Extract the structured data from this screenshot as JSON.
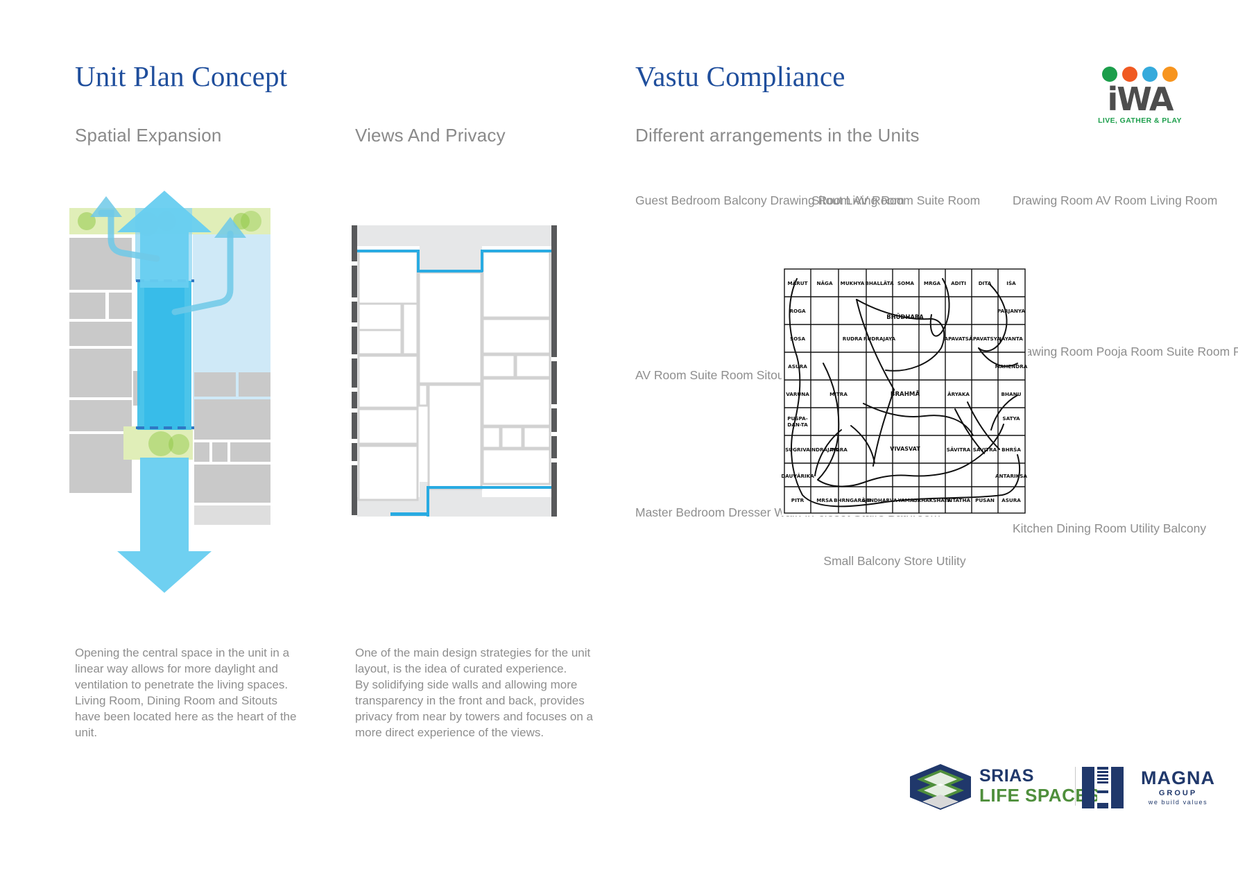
{
  "titles": {
    "left": "Unit Plan Concept",
    "right": "Vastu Compliance"
  },
  "subtitles": {
    "spatial": "Spatial Expansion",
    "views": "Views And Privacy",
    "arrangements": "Different arrangements in the Units"
  },
  "iwa_logo": {
    "wordmark": "iWA",
    "tagline": "LIVE, GATHER & PLAY",
    "dot_colors": [
      "#1c9e4b",
      "#f05a22",
      "#35aadc",
      "#f7941e"
    ],
    "wordmark_color": "#4d4d4d",
    "tagline_color": "#1c9e4b"
  },
  "arrangements": {
    "left_top": "Guest Bedroom\nBalcony\nDrawing Room\nAV Room",
    "center_top": "Sitout\nLiving Room\nSuite Room",
    "right_top": "Drawing Room\nAV Room\nLiving Room",
    "left_middle": "AV Room\nSuite Room\nSitout",
    "right_middle": "Drawing Room\nPooja Room\nSuite Room\nPowder Room\nSitout",
    "left_bottom": "Master Bedroom\nDresser\nWalk-in-closet\nStairs\nBathroom",
    "center_bottom": "Small Balcony\nStore Utility",
    "right_bottom": "Kitchen\nDining Room\nUtility\nBalcony"
  },
  "captions": {
    "spatial": "Opening the central space in the unit in a linear way allows for more daylight and ventilation to penetrate the living spaces. Living Room, Dining Room and Sitouts have been located here as the heart of the unit.",
    "views": "One of the main design strategies for the unit layout, is the idea of curated experience.\nBy solidifying side walls and allowing more transparency in the front and back, provides privacy from near by towers and focuses on a more direct experience of the views."
  },
  "vastu_mandala": {
    "center_deity": "BRAHMA",
    "labels_top": [
      "MARUT",
      "NAGA",
      "MUKHYA",
      "BHALLATA",
      "SOMA",
      "MRGA",
      "ADITI",
      "DITA",
      "ISA"
    ],
    "labels_left": [
      "ROGA",
      "SOSA",
      "ASURA",
      "VARUNA",
      "PUSPA-DAN-TA",
      "SUGRIVA",
      "DAUVARIKA",
      "PITR"
    ],
    "labels_right": [
      "PARJANYA",
      "JAYANTA",
      "MAHENDRA",
      "BHANU",
      "SATYA",
      "BHRSA",
      "ANTARIKSA",
      "ASURA"
    ],
    "labels_bottom": [
      "MRSA",
      "BHRNGARAJA",
      "GANDHARVA",
      "YAMA",
      "GRHAKSHATA",
      "VITATHA",
      "PUSAN"
    ],
    "labels_inner": [
      "BHUDHARA",
      "RUDRA",
      "RUDRAJAYA",
      "MITRA",
      "ARYAKA",
      "APAVATSA",
      "APAVATSYA",
      "VIVASVAT",
      "SAVITRA",
      "SAVITRA",
      "INDRA",
      "INDRAJAYA"
    ]
  },
  "footer": {
    "srias_name": "SRIAS",
    "srias_sub": "LIFE SPACES",
    "magna_name": "MAGNA",
    "magna_group": "GROUP",
    "magna_tagline": "we build values"
  }
}
